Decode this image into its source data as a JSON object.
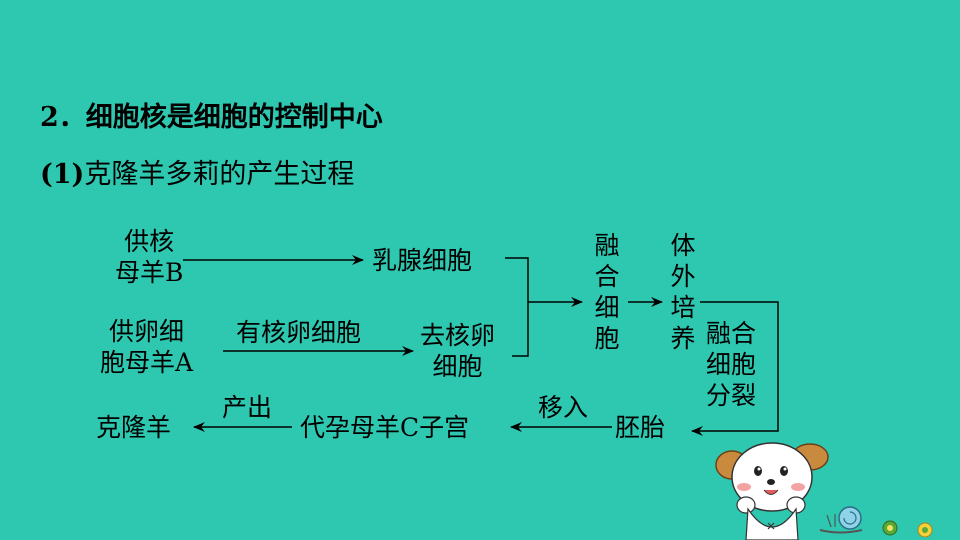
{
  "heading": {
    "line1": "2．细胞核是细胞的控制中心",
    "line2_prefix": "(1)",
    "line2_text": "克隆羊多莉的产生过程"
  },
  "diagram": {
    "donor_b_line1": "供核",
    "donor_b_line2": "母羊B",
    "mammary_cell": "乳腺细胞",
    "donor_a_line1": "供卵细",
    "donor_a_line2": "胞母羊A",
    "edge_nucleated_egg": "有核卵细胞",
    "enucleated_line1": "去核卵",
    "enucleated_line2": "细胞",
    "fusion_chars": [
      "融",
      "合",
      "细",
      "胞"
    ],
    "culture_chars": [
      "体",
      "外",
      "培",
      "养"
    ],
    "divide_line1": "融合",
    "divide_line2": "细胞",
    "divide_line3": "分裂",
    "embryo": "胚胎",
    "edge_transfer": "移入",
    "surrogate": "代孕母羊C子宫",
    "edge_birth": "产出",
    "clone": "克隆羊"
  },
  "colors": {
    "background": "#2ec7b0",
    "text": "#000000"
  }
}
